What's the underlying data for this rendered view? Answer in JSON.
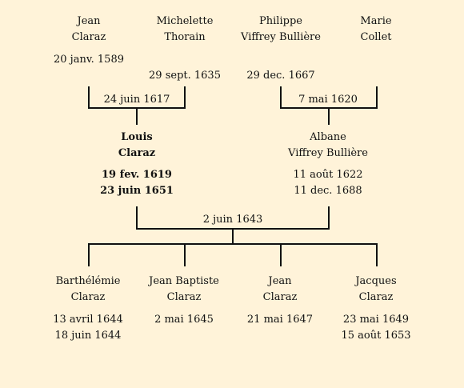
{
  "grandparents": {
    "jean": {
      "first": "Jean",
      "last": "Claraz",
      "date": "20 janv. 1589"
    },
    "michelette": {
      "first": "Michelette",
      "last": "Thorain",
      "date": "29 sept. 1635"
    },
    "philippe": {
      "first": "Philippe",
      "last": "Viffrey Bullière",
      "date": "29 dec. 1667"
    },
    "marie": {
      "first": "Marie",
      "last": "Collet"
    }
  },
  "marriages": {
    "left": "24 juin 1617",
    "right": "7 mai 1620",
    "center": "2 juin 1643"
  },
  "parents": {
    "louis": {
      "first": "Louis",
      "last": "Claraz",
      "birth": "19 fev. 1619",
      "death": "23 juin 1651"
    },
    "albane": {
      "first": "Albane",
      "last": "Viffrey Bullière",
      "birth": "11 août 1622",
      "death": "11 dec. 1688"
    }
  },
  "children": [
    {
      "first": "Barthélémie",
      "last": "Claraz",
      "birth": "13 avril 1644",
      "death": "18 juin 1644"
    },
    {
      "first": "Jean Baptiste",
      "last": "Claraz",
      "birth": "2 mai 1645"
    },
    {
      "first": "Jean",
      "last": "Claraz",
      "birth": "21 mai 1647"
    },
    {
      "first": "Jacques",
      "last": "Claraz",
      "birth": "23 mai 1649",
      "death": "15 août 1653"
    }
  ]
}
